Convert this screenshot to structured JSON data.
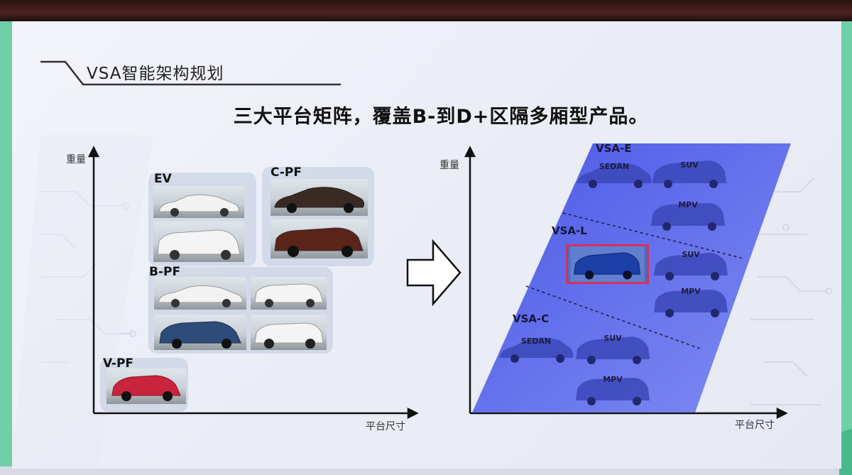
{
  "slide": {
    "title": "VSA智能架构规划",
    "headline": "三大平台矩阵，覆盖B-到D+区隔多厢型产品。"
  },
  "left_chart": {
    "y_axis_label": "重量",
    "x_axis_label": "平台尺寸",
    "groups": [
      {
        "label": "EV"
      },
      {
        "label": "C-PF"
      },
      {
        "label": "B-PF"
      },
      {
        "label": "V-PF"
      }
    ]
  },
  "right_chart": {
    "y_axis_label": "重量",
    "x_axis_label": "平台尺寸",
    "tiers": [
      {
        "label": "VSA-E",
        "cars": [
          "SEDAN",
          "SUV",
          "MPV"
        ]
      },
      {
        "label": "VSA-L",
        "cars": [
          "SUV",
          "MPV"
        ]
      },
      {
        "label": "VSA-C",
        "cars": [
          "SEDAN",
          "SUV",
          "MPV"
        ]
      }
    ]
  },
  "colors": {
    "matrix_fill": "#5a68e8",
    "highlight_border": "#d6315a",
    "curtain": "#3a1a18",
    "side_green": "#6fcfa8"
  }
}
